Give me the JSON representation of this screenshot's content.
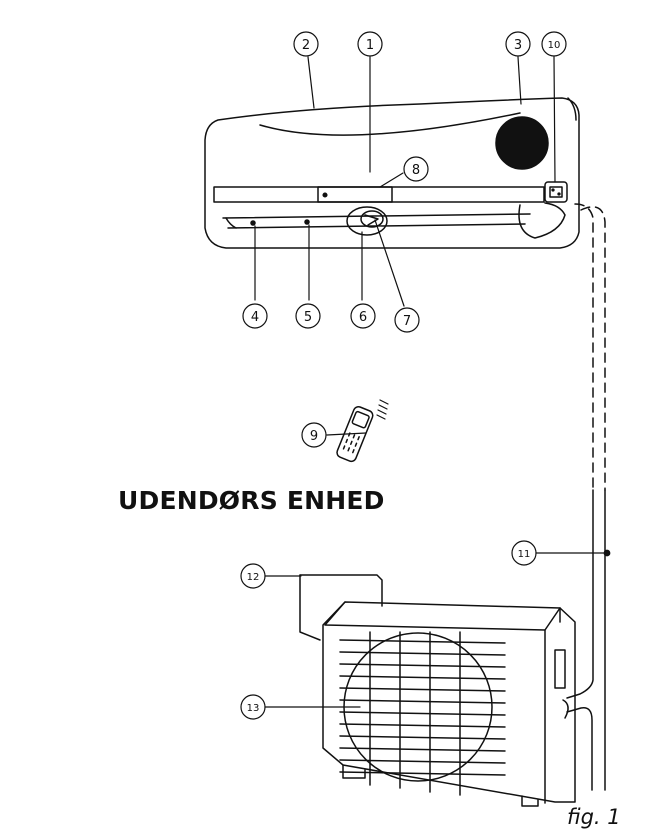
{
  "section_heading": "UDENDØRS ENHED",
  "figure_caption": "fig. 1",
  "callouts": [
    {
      "id": "c1",
      "label": "1"
    },
    {
      "id": "c2",
      "label": "2"
    },
    {
      "id": "c3",
      "label": "3"
    },
    {
      "id": "c4",
      "label": "4"
    },
    {
      "id": "c5",
      "label": "5"
    },
    {
      "id": "c6",
      "label": "6"
    },
    {
      "id": "c7",
      "label": "7"
    },
    {
      "id": "c8",
      "label": "8"
    },
    {
      "id": "c9",
      "label": "9"
    },
    {
      "id": "c10",
      "label": "10"
    },
    {
      "id": "c11",
      "label": "11"
    },
    {
      "id": "c12",
      "label": "12"
    },
    {
      "id": "c13",
      "label": "13"
    }
  ]
}
